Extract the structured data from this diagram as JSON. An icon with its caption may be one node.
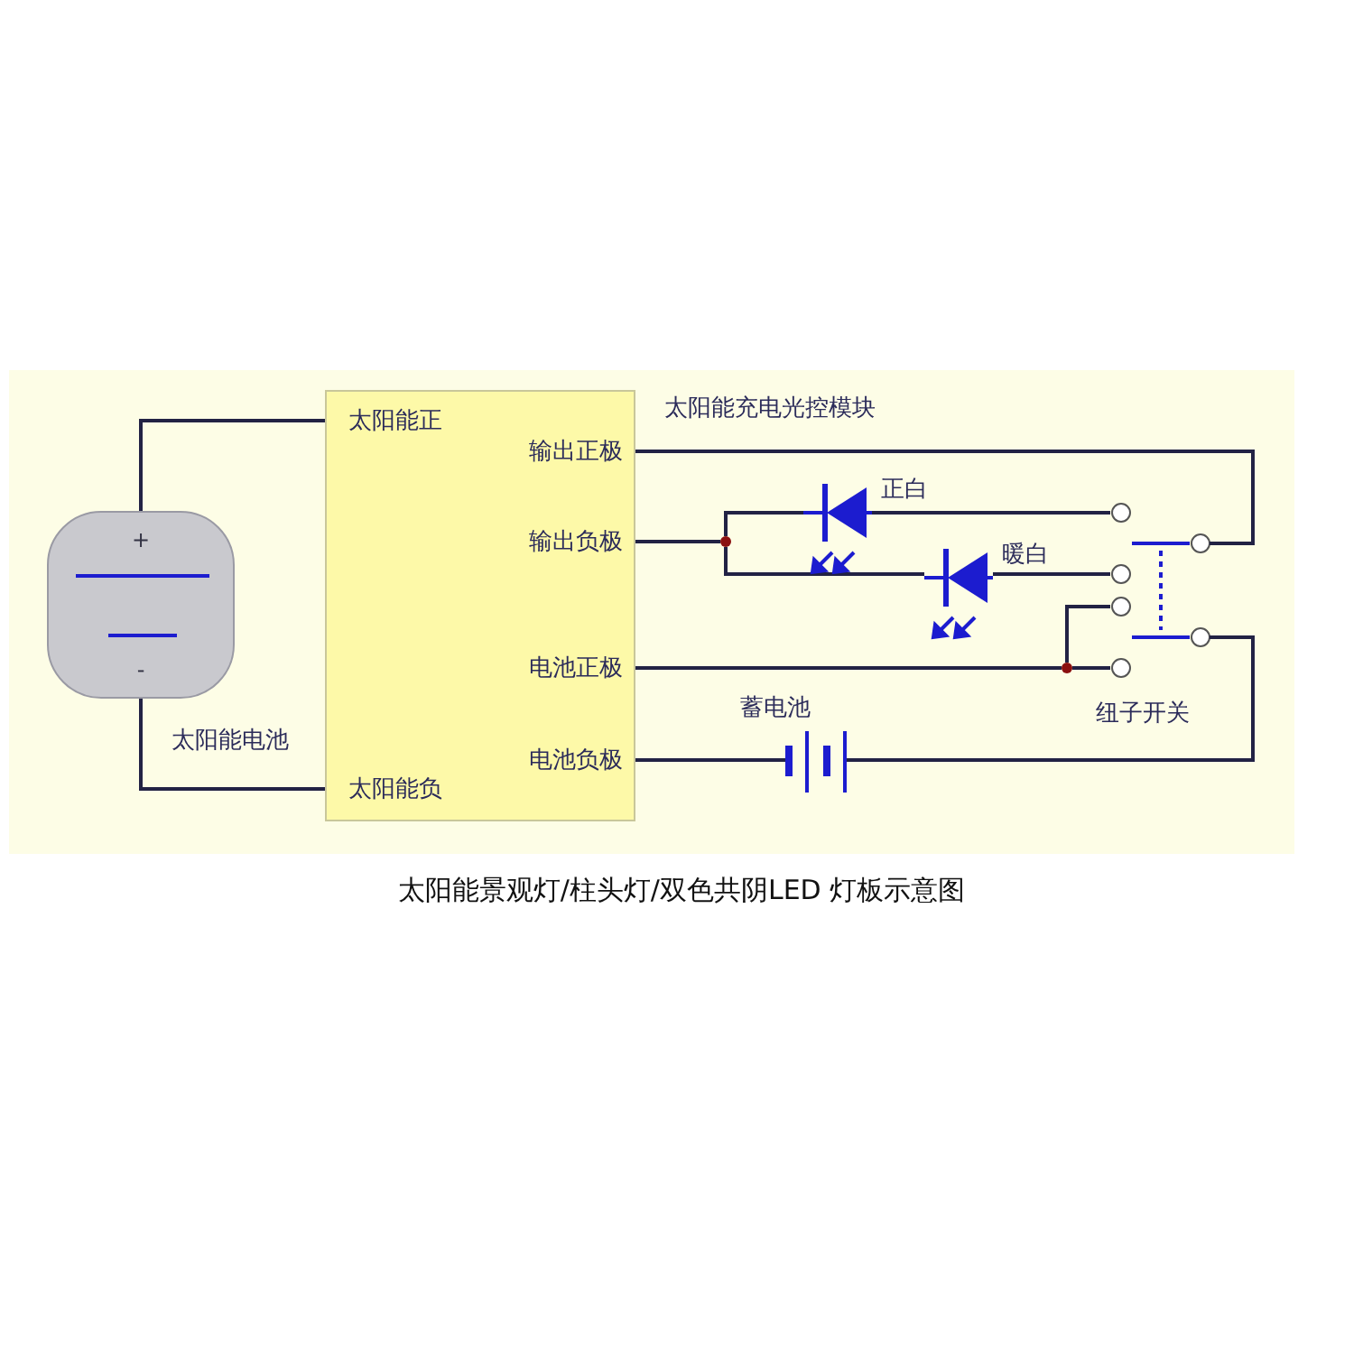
{
  "diagram": {
    "caption": "太阳能景观灯/柱头灯/双色共阴LED 灯板示意图",
    "nodes": [
      {
        "text": [
          "太阳能充电光控模块"
        ]
      },
      {
        "text": [
          "太阳能正"
        ],
        "in": 0
      },
      {
        "text": [
          "输出正极"
        ],
        "in": 0
      },
      {
        "text": [
          "输出负极"
        ],
        "in": 0
      },
      {
        "text": [
          "电池正极"
        ],
        "in": 0
      },
      {
        "text": [
          "电池负极"
        ],
        "in": 0
      },
      {
        "text": [
          "太阳能负"
        ],
        "in": 0
      },
      {
        "text": [
          "+",
          "-"
        ],
        "beside": [
          "太阳能电池"
        ]
      },
      {
        "text": [],
        "shape": "diode",
        "beside": [
          "正白"
        ]
      },
      {
        "text": [],
        "shape": "diode",
        "beside": [
          "暖白"
        ]
      },
      {
        "text": [],
        "shape": "battery",
        "beside": [
          "蓄电池"
        ]
      },
      {
        "text": [],
        "shape": "switch",
        "beside": [
          "纽子开关"
        ]
      },
      {
        "text": [],
        "shape": "dot"
      },
      {
        "text": [],
        "shape": "dot"
      }
    ],
    "edges": [
      {
        "from": 7,
        "to": 1,
        "arrow": "none"
      },
      {
        "from": 7,
        "to": 6,
        "arrow": "none"
      },
      {
        "from": 2,
        "to": 11,
        "arrow": "none"
      },
      {
        "from": 3,
        "to": 12,
        "arrow": "none"
      },
      {
        "from": 12,
        "to": 8,
        "arrow": "none"
      },
      {
        "from": 8,
        "to": 11,
        "arrow": "none"
      },
      {
        "from": 12,
        "to": 9,
        "arrow": "none"
      },
      {
        "from": 9,
        "to": 11,
        "arrow": "none"
      },
      {
        "from": 4,
        "to": 13,
        "arrow": "none"
      },
      {
        "from": 13,
        "to": 11,
        "arrow": "none"
      },
      {
        "from": 13,
        "to": 11,
        "arrow": "none"
      },
      {
        "from": 5,
        "to": 10,
        "arrow": "none"
      },
      {
        "from": 10,
        "to": 11,
        "arrow": "none"
      }
    ]
  }
}
